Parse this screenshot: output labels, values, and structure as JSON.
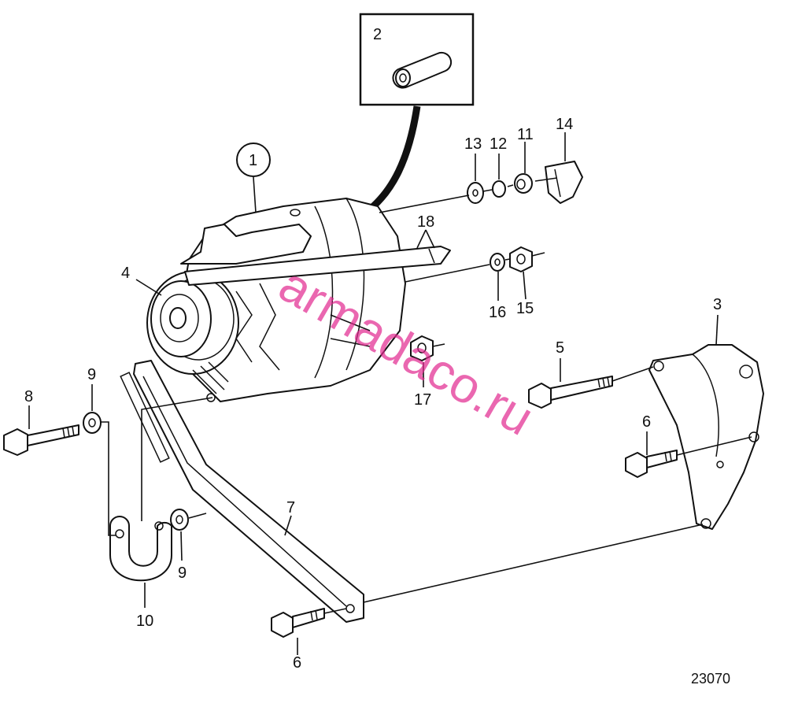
{
  "figure": {
    "figure_number": "23070",
    "watermark": "armadaco.ru",
    "inset_label": "2",
    "callouts": [
      {
        "id": "c1",
        "text": "1",
        "circled": true
      },
      {
        "id": "c3",
        "text": "3"
      },
      {
        "id": "c4",
        "text": "4"
      },
      {
        "id": "c5",
        "text": "5"
      },
      {
        "id": "c6a",
        "text": "6"
      },
      {
        "id": "c6b",
        "text": "6"
      },
      {
        "id": "c7",
        "text": "7"
      },
      {
        "id": "c8",
        "text": "8"
      },
      {
        "id": "c9a",
        "text": "9"
      },
      {
        "id": "c9b",
        "text": "9"
      },
      {
        "id": "c10",
        "text": "10"
      },
      {
        "id": "c11",
        "text": "11"
      },
      {
        "id": "c12",
        "text": "12"
      },
      {
        "id": "c13",
        "text": "13"
      },
      {
        "id": "c14",
        "text": "14"
      },
      {
        "id": "c15",
        "text": "15"
      },
      {
        "id": "c16",
        "text": "16"
      },
      {
        "id": "c17",
        "text": "17"
      },
      {
        "id": "c18",
        "text": "18"
      }
    ]
  }
}
